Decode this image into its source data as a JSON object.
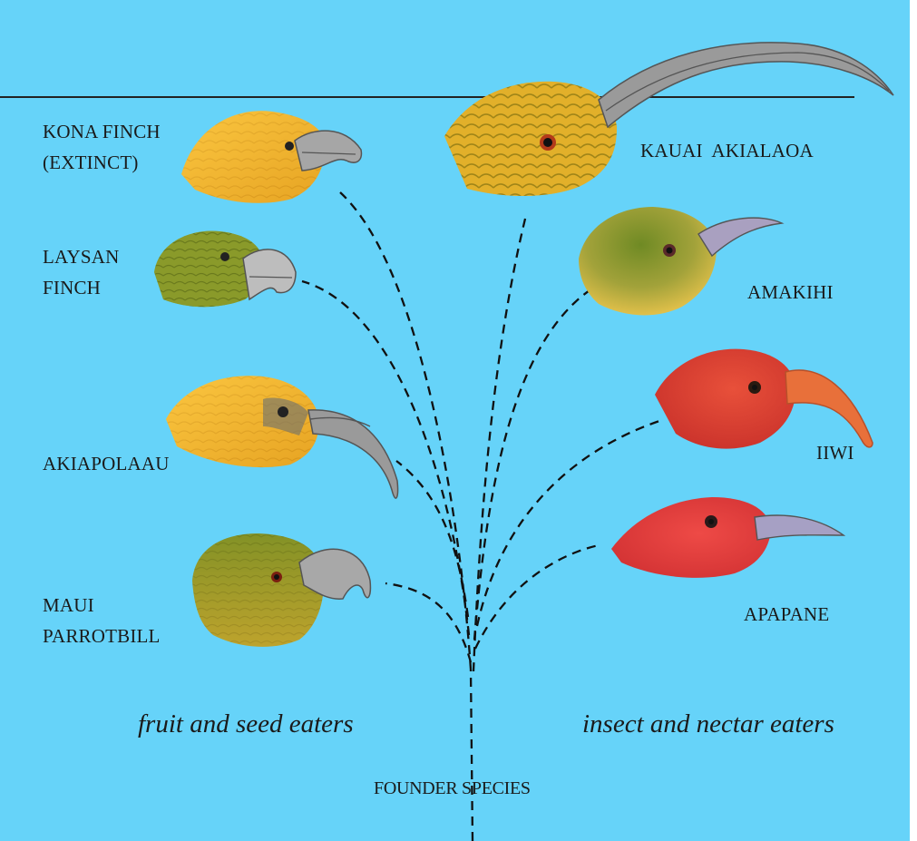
{
  "figure": {
    "background": "#66d3f9",
    "root_label": "FOUNDER SPECIES",
    "groups": [
      {
        "id": "left",
        "label": "fruit and seed eaters"
      },
      {
        "id": "right",
        "label": "insect and nectar eaters"
      }
    ],
    "species": [
      {
        "id": "kona-finch",
        "lines": [
          "KONA FINCH",
          "(EXTINCT)"
        ],
        "head_color": "#f2b52e",
        "beak_color": "#a8a8a8",
        "beak_shape": "thick-hooked"
      },
      {
        "id": "laysan-finch",
        "lines": [
          "LAYSAN",
          "FINCH"
        ],
        "head_color": "#8a9a2a",
        "beak_color": "#bdbdbd",
        "beak_shape": "thick-hooked"
      },
      {
        "id": "akiapolaau",
        "lines": [
          "AKIAPOLAAU"
        ],
        "head_color": "#f2ad2c",
        "beak_color": "#9a9a9a",
        "beak_shape": "long-curved"
      },
      {
        "id": "maui-parrotbill",
        "lines": [
          "MAUI",
          "PARROTBILL"
        ],
        "head_color": "#8d9628",
        "beak_color": "#a8a8a8",
        "beak_shape": "parrot-hooked"
      },
      {
        "id": "kauai-akialaoa",
        "lines": [
          "KAUAI  AKIALAOA"
        ],
        "head_color": "#e2b02a",
        "beak_color": "#9a9a9a",
        "beak_shape": "very-long-curved"
      },
      {
        "id": "amakihi",
        "lines": [
          "AMAKIHI"
        ],
        "head_color": "#9fa13a",
        "beak_color": "#a9a0c0",
        "beak_shape": "slender-curved"
      },
      {
        "id": "iiwi",
        "lines": [
          "IIWI"
        ],
        "head_color": "#e0402a",
        "beak_color": "#e8703a",
        "beak_shape": "long-curved"
      },
      {
        "id": "apapane",
        "lines": [
          "APAPANE"
        ],
        "head_color": "#e2413a",
        "beak_color": "#a6a0c4",
        "beak_shape": "slender"
      }
    ]
  }
}
